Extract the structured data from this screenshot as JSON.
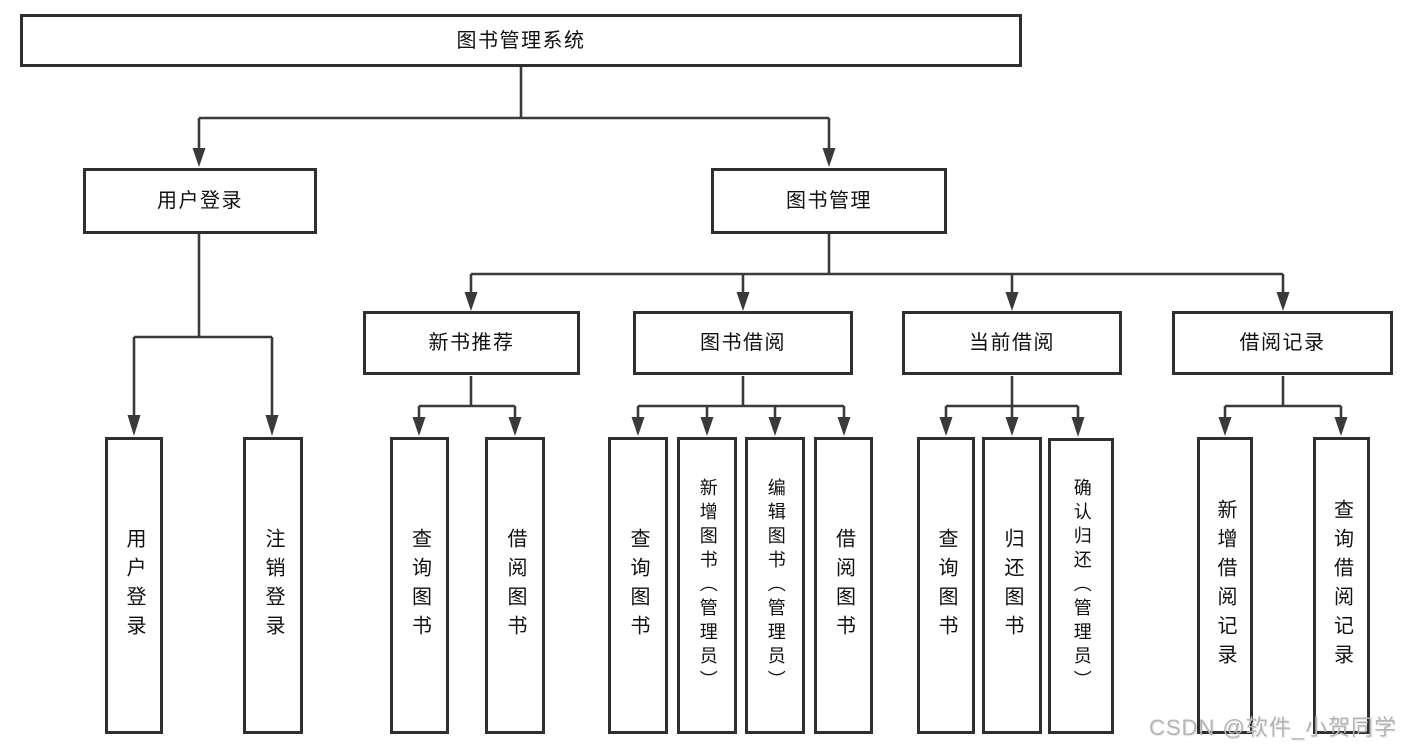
{
  "diagram": {
    "root": {
      "label": "图书管理系统",
      "children": {
        "user_login": {
          "label": "用户登录",
          "children": {
            "login": {
              "label": "用户登录"
            },
            "logout": {
              "label": "注销登录"
            }
          }
        },
        "book_mgmt": {
          "label": "图书管理",
          "children": {
            "new_book_rec": {
              "label": "新书推荐",
              "children": {
                "query_book": {
                  "label": "查询图书"
                },
                "borrow_book": {
                  "label": "借阅图书"
                }
              }
            },
            "book_borrow": {
              "label": "图书借阅",
              "children": {
                "query_book": {
                  "label": "查询图书"
                },
                "add_book": {
                  "label": "新增图书（管理员）"
                },
                "edit_book": {
                  "label": "编辑图书（管理员）"
                },
                "borrow_book": {
                  "label": "借阅图书"
                }
              }
            },
            "current_borrow": {
              "label": "当前借阅",
              "children": {
                "query_book": {
                  "label": "查询图书"
                },
                "return_book": {
                  "label": "归还图书"
                },
                "confirm_return": {
                  "label": "确认归还（管理员）"
                }
              }
            },
            "borrow_records": {
              "label": "借阅记录",
              "children": {
                "add_record": {
                  "label": "新增借阅记录"
                },
                "query_record": {
                  "label": "查询借阅记录"
                }
              }
            }
          }
        }
      }
    }
  },
  "watermark": {
    "text": "CSDN @软件_小贺同学"
  },
  "colors": {
    "background": "#ffffff",
    "box_border": "#2f2f2f",
    "line": "#3a3a3a",
    "text": "#111111",
    "watermark": "#b5b5b5"
  }
}
